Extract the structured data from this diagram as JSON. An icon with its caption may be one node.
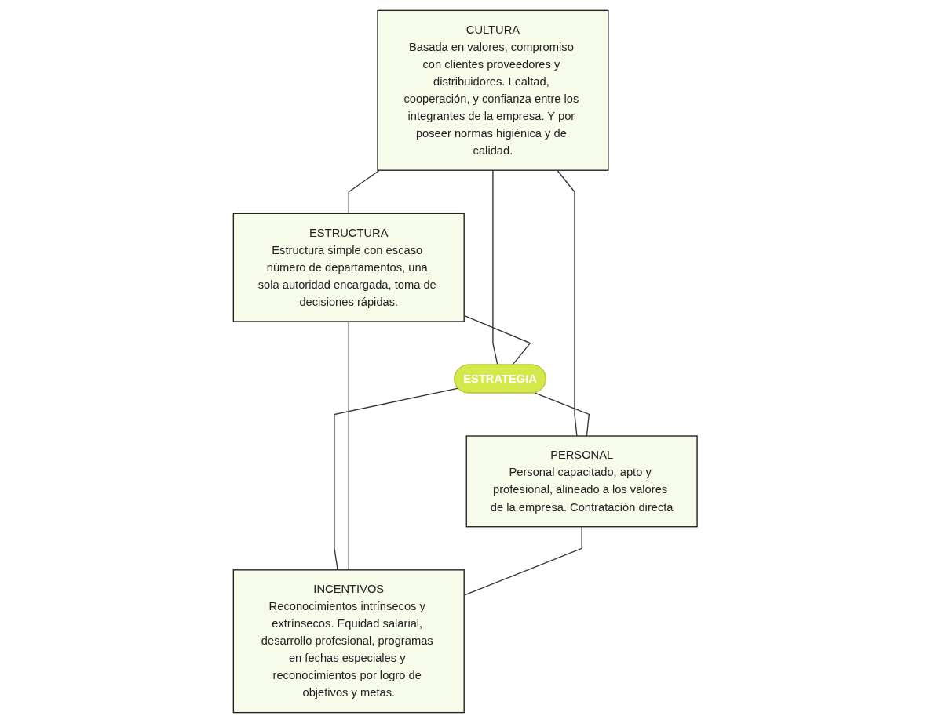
{
  "diagram": {
    "nodes": [
      {
        "text": [
          "CULTURA",
          "Basada en valores, compromiso con clientes proveedores y distribuidores. Lealtad, cooperación, y confianza entre los integrantes de la empresa. Y por poseer normas higiénica y de calidad."
        ]
      },
      {
        "text": [
          "ESTRUCTURA",
          "Estructura simple con escaso número de departamentos, una sola autoridad encargada, toma de decisiones rápidas."
        ]
      },
      {
        "text": [
          "ESTRATEGIA"
        ]
      },
      {
        "text": [
          "PERSONAL",
          "Personal capacitado, apto y profesional, alineado a los valores de la empresa. Contratación directa"
        ]
      },
      {
        "text": [
          "INCENTIVOS",
          "Reconocimientos intrínsecos y extrínsecos. Equidad salarial, desarrollo profesional, programas en fechas especiales y reconocimientos por logro de objetivos y metas."
        ]
      }
    ],
    "edges": [
      {
        "from": 0,
        "to": 1,
        "arrow": "none"
      },
      {
        "from": 0,
        "to": 3,
        "arrow": "none"
      },
      {
        "from": 0,
        "to": 2,
        "arrow": "none"
      },
      {
        "from": 1,
        "to": 2,
        "arrow": "none"
      },
      {
        "from": 2,
        "to": 3,
        "arrow": "none"
      },
      {
        "from": 2,
        "to": 4,
        "arrow": "none"
      },
      {
        "from": 1,
        "to": 4,
        "arrow": "none"
      },
      {
        "from": 3,
        "to": 4,
        "arrow": "none"
      }
    ]
  }
}
